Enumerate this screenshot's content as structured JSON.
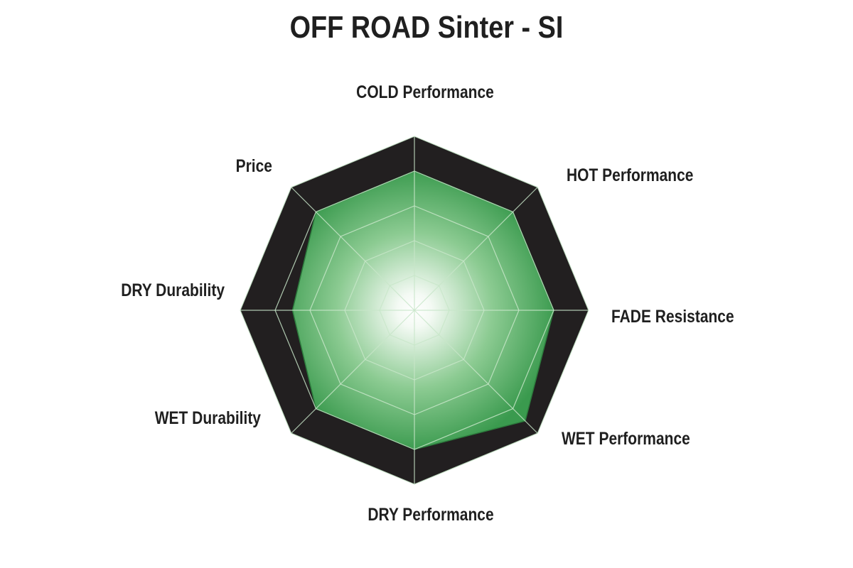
{
  "chart_data": {
    "type": "radar",
    "title": "OFF ROAD Sinter - SI",
    "axes": [
      "COLD Performance",
      "HOT Performance",
      "FADE Resistance",
      "WET Performance",
      "DRY Performance",
      "WET Durability",
      "DRY Durability",
      "Price"
    ],
    "max": 5,
    "rings": 5,
    "series": [
      {
        "values": [
          4,
          4,
          4,
          4.5,
          4,
          4,
          3.5,
          4
        ]
      }
    ],
    "grid": true,
    "colors": {
      "background_polygon": "#221f20",
      "area_fill_outer": "#3a9a4e",
      "area_fill_inner": "#ffffff",
      "area_stroke": "#2c7a3c",
      "grid_lines": "#c8e6c9"
    }
  }
}
